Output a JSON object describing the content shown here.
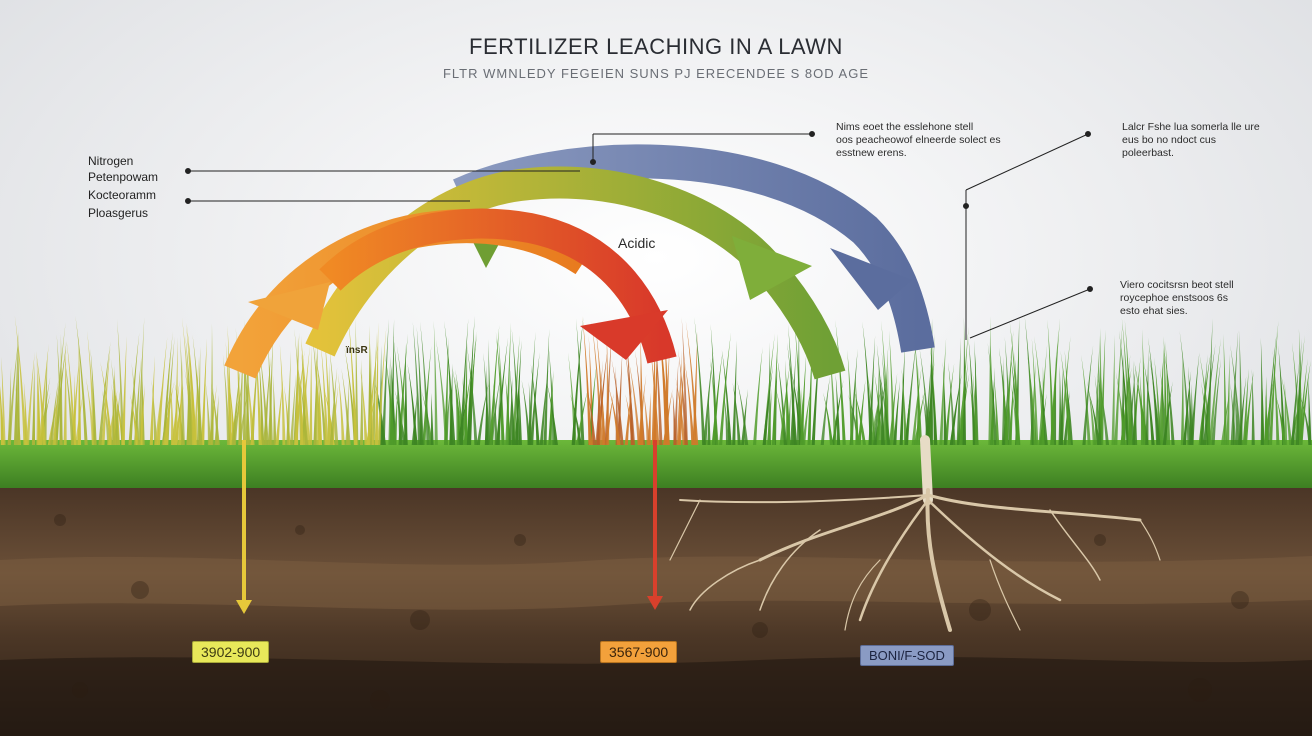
{
  "header": {
    "title": "FERTILIZER LEACHING IN A LAWN",
    "subtitle": "FLTR WMNLEDY FEGEIEN SUNS PJ ERECENDEE S 8OD AGE"
  },
  "legend": {
    "items": [
      "Nitrogen",
      "Petenpowam",
      "Kocteoramm",
      "Ploasgerus"
    ]
  },
  "callouts": {
    "top_center": {
      "line1": "Nims eoet the esslehone stell",
      "line2": "oos peacheowof elneerde solect es",
      "line3": "esstnew erens."
    },
    "top_right": {
      "line1": "Lalcr Fshe lua somerla lle ure",
      "line2": "eus bo no ndoct cus",
      "line3": "poleerbast."
    },
    "mid_right": {
      "line1": "Viero cocitsrsn beot stell",
      "line2": "roycephoe enstsoos 6s",
      "line3": "esto ehat sies."
    }
  },
  "labels": {
    "acidic": "Acidic",
    "grass_tag": "ïnsR"
  },
  "tags": {
    "yellow": "3902-900",
    "orange": "3567-900",
    "blue": "BONI/F-SOD"
  },
  "colors": {
    "arrow_orange": "#f08a24",
    "arrow_yellow": "#e8c53a",
    "arrow_red": "#e0412a",
    "arrow_green": "#7fa83a",
    "arrow_blue": "#6b7fae",
    "grass": "#4f9b2a",
    "soil": "#5b4330",
    "roots": "#d9c7a8"
  }
}
